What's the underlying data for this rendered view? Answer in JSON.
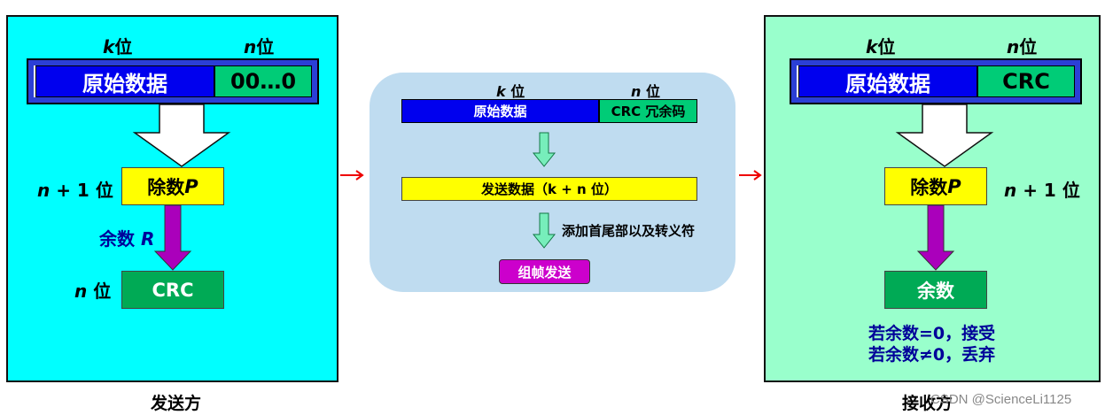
{
  "sender": {
    "bit_label_k_var": "k",
    "bit_label_k_unit": "位",
    "bit_label_n_var": "n",
    "bit_label_n_unit": "位",
    "data_label": "原始数据",
    "zeros_label": "00…0",
    "divisor_side_var": "n",
    "divisor_side_rest": " + 1 位",
    "divisor_text": "除数 ",
    "divisor_var": "P",
    "remainder_text": "余数 ",
    "remainder_var": "R",
    "crc_side_var": "n",
    "crc_side_unit": " 位",
    "crc_label": "CRC",
    "caption": "发送方"
  },
  "middle": {
    "bit_label_k_var": "k",
    "bit_label_k_unit": " 位",
    "bit_label_n_var": "n",
    "bit_label_n_unit": " 位",
    "data_label": "原始数据",
    "crc_label": "CRC 冗余码",
    "send_data_label": "发送数据（k + n 位）",
    "step_label": "添加首尾部以及转义符",
    "frame_button_label": "组帧发送"
  },
  "receiver": {
    "bit_label_k_var": "k",
    "bit_label_k_unit": "位",
    "bit_label_n_var": "n",
    "bit_label_n_unit": "位",
    "data_label": "原始数据",
    "crc_label": "CRC",
    "divisor_text": "除数 ",
    "divisor_var": "P",
    "divisor_side_var": "n",
    "divisor_side_rest": " + 1 位",
    "remainder_label": "余数",
    "rule_accept": "若余数=0，接受",
    "rule_discard": "若余数≠0，丢弃",
    "caption": "接收方"
  },
  "watermark": "CSDN @ScienceLi1125",
  "colors": {
    "sender_bg": "#00ffff",
    "receiver_bg": "#99ffcc",
    "middle_bg": "#bfdcf0",
    "data_blue": "#0000ee",
    "crc_green": "#00cc77",
    "divisor_yellow": "#ffff00",
    "arrow_purple": "#aa00bb",
    "frame_magenta": "#cc00cc",
    "connector_red": "#ee0000",
    "rule_navy": "#000099"
  }
}
